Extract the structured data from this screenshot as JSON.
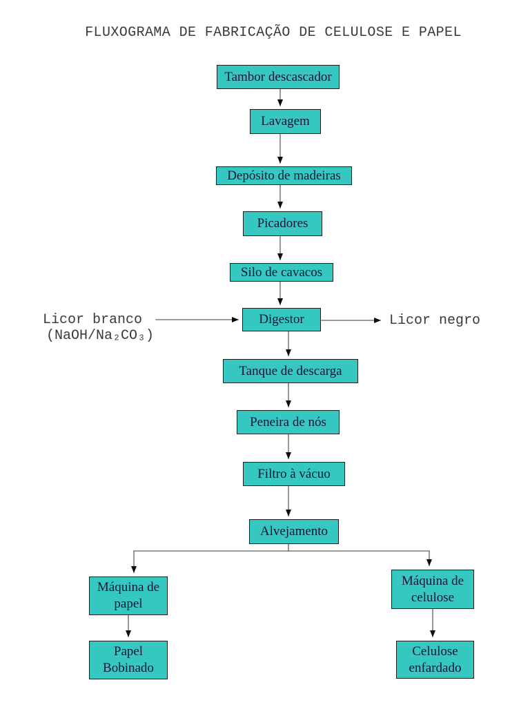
{
  "title": "FLUXOGRAMA DE FABRICAÇÃO DE CELULOSE E PAPEL",
  "colors": {
    "box_fill": "#35c8c2",
    "box_border": "#1d1d1d",
    "box_text": "#131339",
    "connector_line": "#5e5e5e",
    "arrowhead": "#0b0b0b",
    "label_text": "#3a3a3a",
    "background": "#ffffff"
  },
  "nodes": [
    {
      "id": "tambor-descascador",
      "label": "Tambor descascador"
    },
    {
      "id": "lavagem",
      "label": "Lavagem"
    },
    {
      "id": "deposito-de-madeiras",
      "label": "Depósito de madeiras"
    },
    {
      "id": "picadores",
      "label": "Picadores"
    },
    {
      "id": "silo-de-cavacos",
      "label": "Silo de cavacos"
    },
    {
      "id": "digestor",
      "label": "Digestor"
    },
    {
      "id": "tanque-de-descarga",
      "label": "Tanque de descarga"
    },
    {
      "id": "peneira-de-nos",
      "label": "Peneira de nós"
    },
    {
      "id": "filtro-a-vacuo",
      "label": "Filtro à vácuo"
    },
    {
      "id": "alvejamento",
      "label": "Alvejamento"
    },
    {
      "id": "maquina-de-papel",
      "label": "Máquina de\npapel"
    },
    {
      "id": "papel-bobinado",
      "label": "Papel\nBobinado"
    },
    {
      "id": "maquina-de-celulose",
      "label": "Máquina de\ncelulose"
    },
    {
      "id": "celulose-enfardado",
      "label": "Celulose\nenfardado"
    }
  ],
  "annotations": {
    "licor_branco_line1": "Licor branco",
    "licor_branco_line2": "(NaOH/Na₂CO₃)",
    "licor_negro": "Licor negro"
  },
  "edges": [
    {
      "from": "tambor-descascador",
      "to": "lavagem"
    },
    {
      "from": "lavagem",
      "to": "deposito-de-madeiras"
    },
    {
      "from": "deposito-de-madeiras",
      "to": "picadores"
    },
    {
      "from": "picadores",
      "to": "silo-de-cavacos"
    },
    {
      "from": "silo-de-cavacos",
      "to": "digestor"
    },
    {
      "from": "licor-branco-input",
      "to": "digestor"
    },
    {
      "from": "digestor",
      "to": "licor-negro-output"
    },
    {
      "from": "digestor",
      "to": "tanque-de-descarga"
    },
    {
      "from": "tanque-de-descarga",
      "to": "peneira-de-nos"
    },
    {
      "from": "peneira-de-nos",
      "to": "filtro-a-vacuo"
    },
    {
      "from": "filtro-a-vacuo",
      "to": "alvejamento"
    },
    {
      "from": "alvejamento",
      "to": "maquina-de-papel"
    },
    {
      "from": "alvejamento",
      "to": "maquina-de-celulose"
    },
    {
      "from": "maquina-de-papel",
      "to": "papel-bobinado"
    },
    {
      "from": "maquina-de-celulose",
      "to": "celulose-enfardado"
    }
  ]
}
